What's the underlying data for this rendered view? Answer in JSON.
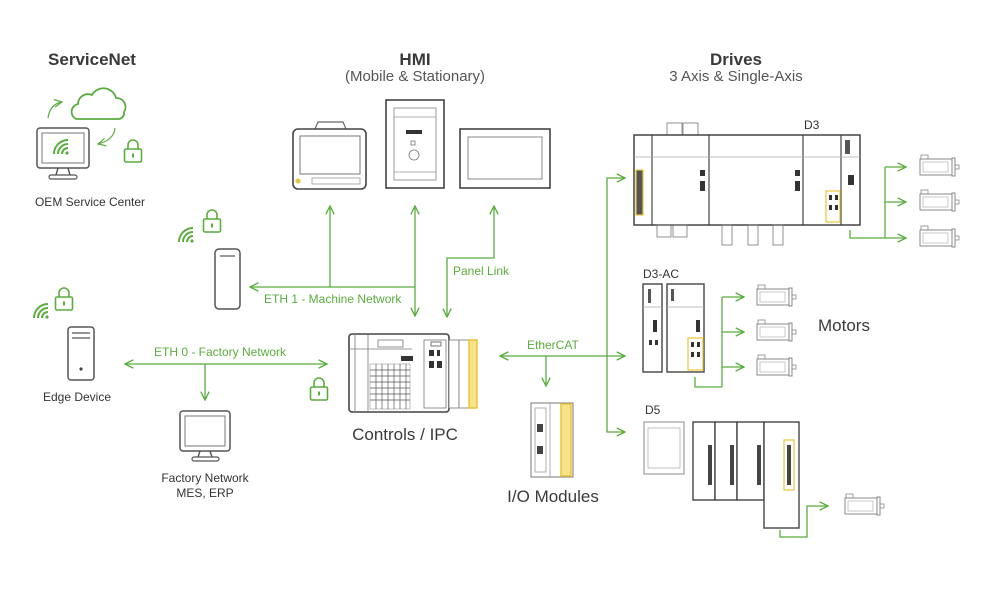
{
  "colors": {
    "accent_green": "#5aad3d",
    "device_outline": "#444444",
    "highlight_yellow": "#e8c53a",
    "text_dark": "#3a3a3a"
  },
  "sections": {
    "servicenet": {
      "title": "ServiceNet",
      "caption": "OEM Service Center"
    },
    "hmi": {
      "title": "HMI",
      "subtitle": "(Mobile & Stationary)"
    },
    "drives": {
      "title": "Drives",
      "subtitle": "3 Axis & Single-Axis"
    },
    "edge": {
      "caption": "Edge Device"
    },
    "factory": {
      "caption_line1": "Factory Network",
      "caption_line2": "MES, ERP"
    },
    "controls": {
      "caption": "Controls / IPC"
    },
    "io": {
      "caption": "I/O Modules"
    },
    "motors": {
      "caption": "Motors"
    }
  },
  "drive_models": {
    "d3": "D3",
    "d3ac": "D3-AC",
    "d5": "D5"
  },
  "networks": {
    "eth1": "ETH 1 - Machine Network",
    "eth0": "ETH 0 - Factory Network",
    "panel_link": "Panel Link",
    "ethercat": "EtherCAT"
  },
  "icons": [
    "cloud-icon",
    "monitor-icon",
    "wifi-icon",
    "lock-icon",
    "tower-pc-icon",
    "tablet-icon",
    "panel-pc-icon",
    "display-icon",
    "ipc-icon",
    "io-module-icon",
    "drive-icon",
    "motor-icon"
  ]
}
